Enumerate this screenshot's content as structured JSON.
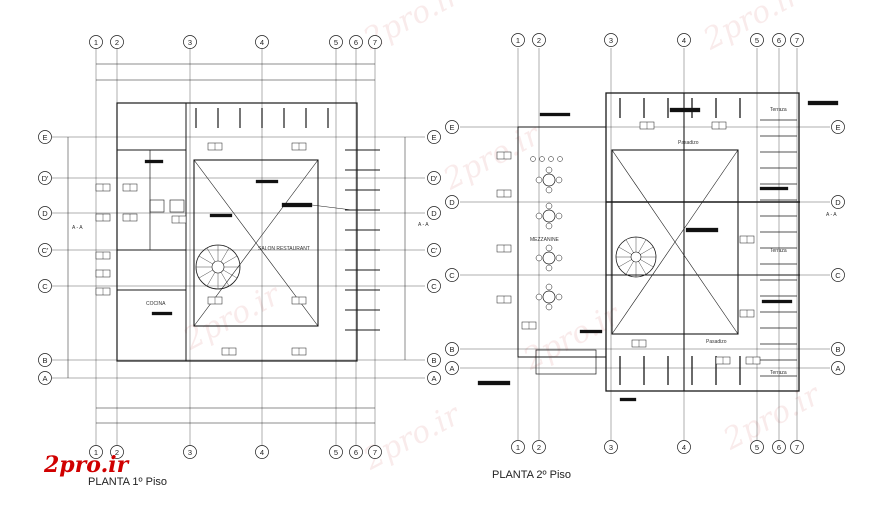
{
  "plans": [
    {
      "title": "PLANTA 1º Piso",
      "axes_cols": [
        "1",
        "2",
        "3",
        "4",
        "5",
        "6",
        "7"
      ],
      "axes_rows": [
        "E",
        "D'",
        "D",
        "C'",
        "C",
        "B",
        "A"
      ],
      "room_labels": [
        "SALON RESTAURANT",
        "COCINA"
      ]
    },
    {
      "title": "PLANTA 2º Piso",
      "axes_cols": [
        "1",
        "2",
        "3",
        "4",
        "5",
        "6",
        "7"
      ],
      "axes_rows": [
        "E",
        "D",
        "C",
        "B",
        "A"
      ],
      "room_labels": [
        "MEZZANINE",
        "Pasadizo",
        "Pasadizo",
        "Terraza",
        "Terraza",
        "Terraza"
      ]
    }
  ],
  "section_marks": [
    "A - A",
    "A - A",
    "A - A"
  ],
  "logo_text": "2pro.ir",
  "watermark_text": "2pro.ir",
  "colors": {
    "lines": "#1a1a1a",
    "logo": "#d00000"
  }
}
